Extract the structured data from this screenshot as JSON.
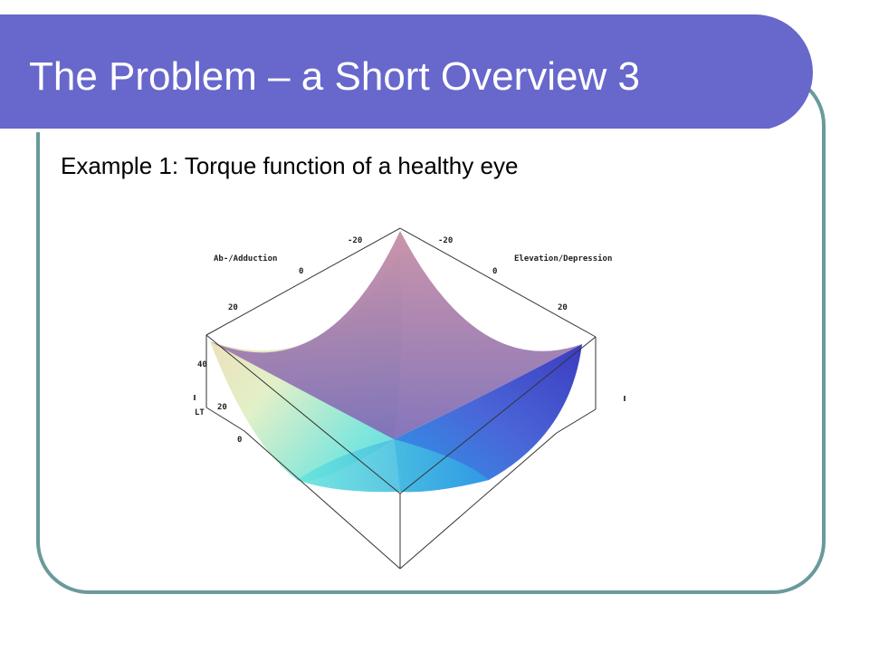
{
  "slide": {
    "title": "The Problem – a Short Overview 3",
    "subtitle": "Example 1: Torque function of a healthy eye"
  },
  "plot": {
    "axis_label_left": "Ab-/Adduction",
    "axis_label_right": "Elevation/Depression",
    "axis_label_vertical": "LT",
    "left_ticks": [
      "-20",
      "0",
      "20",
      "40"
    ],
    "right_ticks": [
      "-20",
      "0",
      "20"
    ],
    "vertical_ticks": [
      "20",
      "0"
    ]
  },
  "colors": {
    "title_bar": "#6767cc",
    "frame_border": "#6a9a9a",
    "surface_back": "#c88fa6",
    "surface_right": "#3c3cc0",
    "surface_left": "#f2d7b0",
    "surface_bottom": "#5fe0de"
  }
}
